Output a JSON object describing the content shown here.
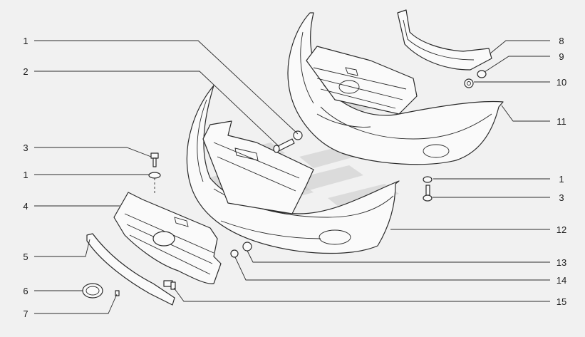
{
  "callouts": [
    {
      "id": "c1a",
      "label": "1"
    },
    {
      "id": "c2",
      "label": "2"
    },
    {
      "id": "c3a",
      "label": "3"
    },
    {
      "id": "c1b",
      "label": "1"
    },
    {
      "id": "c4",
      "label": "4"
    },
    {
      "id": "c5",
      "label": "5"
    },
    {
      "id": "c6",
      "label": "6"
    },
    {
      "id": "c7",
      "label": "7"
    },
    {
      "id": "c8",
      "label": "8"
    },
    {
      "id": "c9",
      "label": "9"
    },
    {
      "id": "c10",
      "label": "10"
    },
    {
      "id": "c11",
      "label": "11"
    },
    {
      "id": "c1c",
      "label": "1"
    },
    {
      "id": "c3b",
      "label": "3"
    },
    {
      "id": "c12",
      "label": "12"
    },
    {
      "id": "c13",
      "label": "13"
    },
    {
      "id": "c14",
      "label": "14"
    },
    {
      "id": "c15",
      "label": "15"
    }
  ],
  "colors": {
    "background": "#f1f1f1",
    "line": "#2a2a2a",
    "watermark": "#c9c9c9"
  }
}
